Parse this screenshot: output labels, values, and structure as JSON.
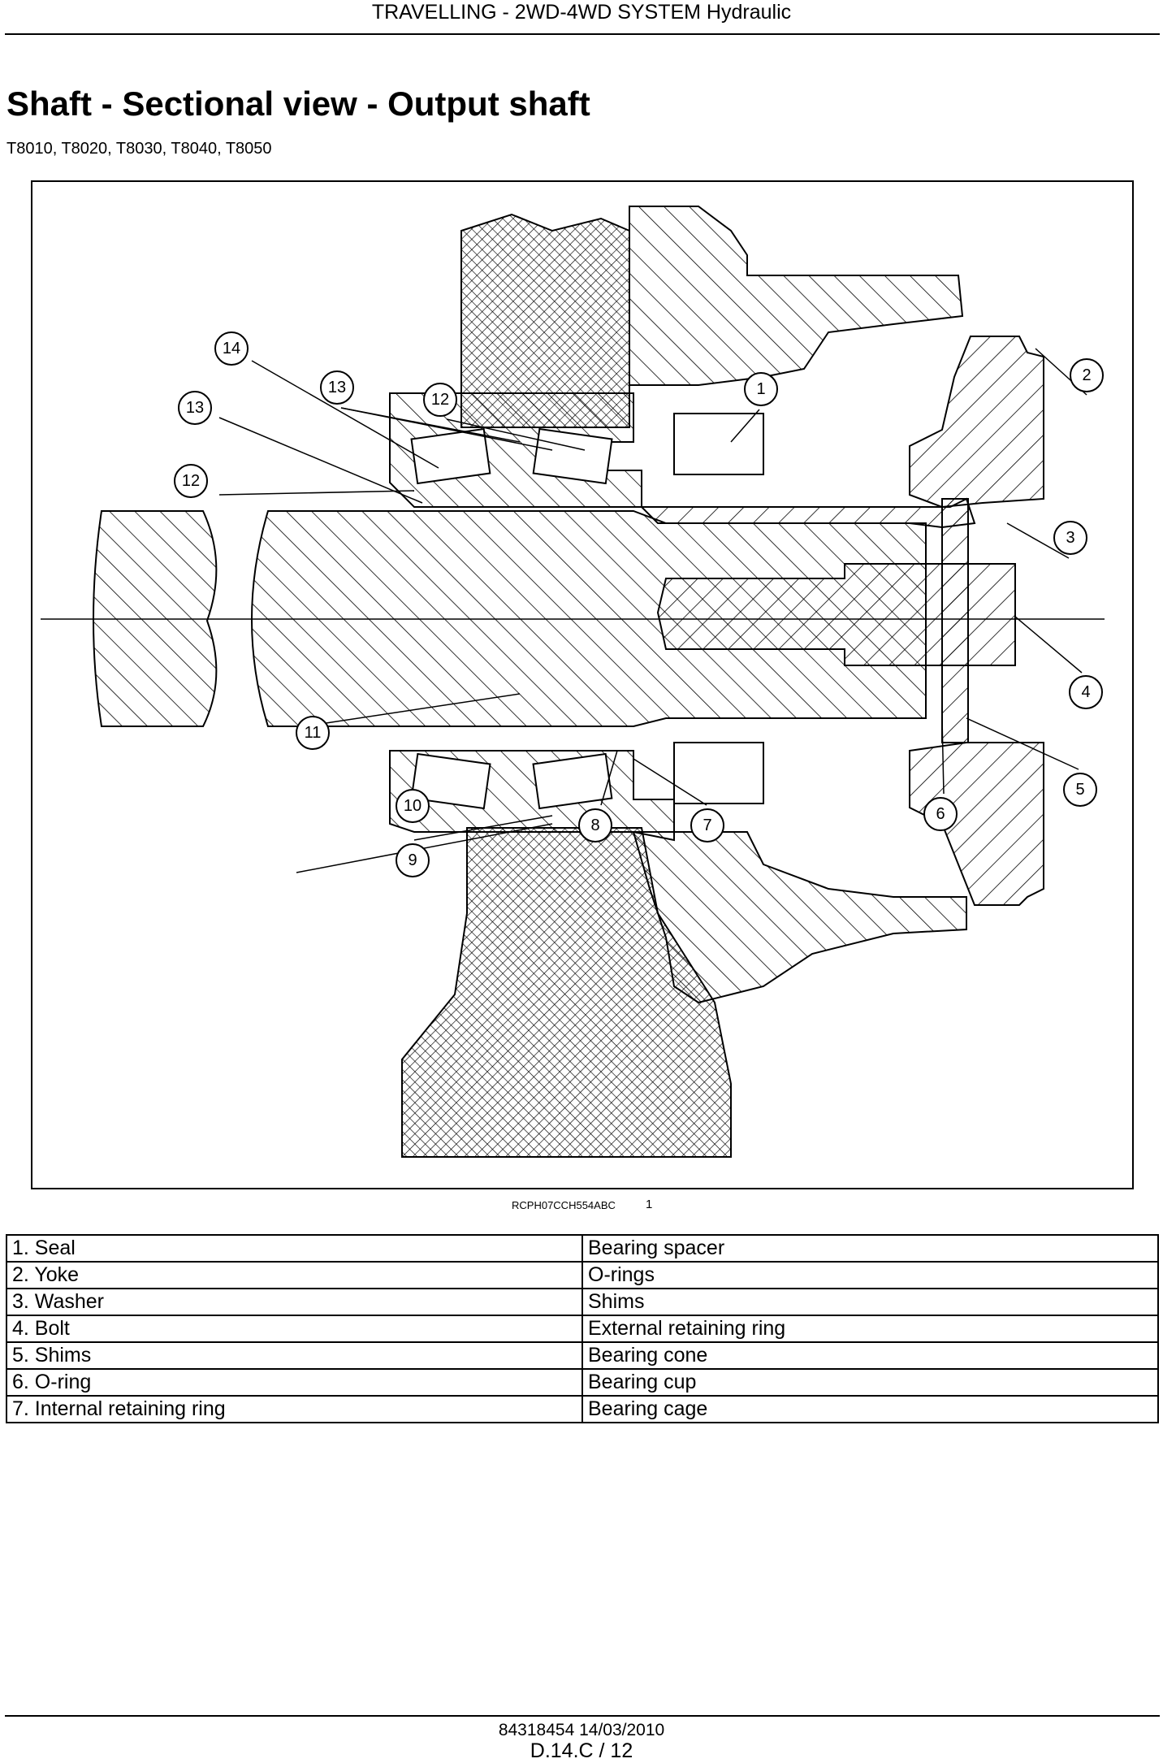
{
  "header": {
    "title": "TRAVELLING - 2WD-4WD SYSTEM Hydraulic"
  },
  "page_title": "Shaft - Sectional view - Output shaft",
  "models": "T8010, T8020, T8030, T8040, T8050",
  "figure": {
    "reference": "RCPH07CCH554ABC",
    "number": "1",
    "callouts": [
      "14",
      "13",
      "12",
      "13",
      "12",
      "1",
      "2",
      "3",
      "4",
      "5",
      "6",
      "7",
      "8",
      "9",
      "10",
      "11"
    ]
  },
  "legend": {
    "rows": [
      [
        "1.  Seal",
        "Bearing spacer"
      ],
      [
        "2.  Yoke",
        "O-rings"
      ],
      [
        "3.  Washer",
        "Shims"
      ],
      [
        "4.  Bolt",
        "External retaining ring"
      ],
      [
        "5.  Shims",
        "Bearing cone"
      ],
      [
        "6.  O-ring",
        "Bearing cup"
      ],
      [
        "7.  Internal retaining ring",
        "Bearing cage"
      ]
    ]
  },
  "footer": {
    "doc_ref": "84318454 14/03/2010",
    "page": "D.14.C / 12"
  }
}
